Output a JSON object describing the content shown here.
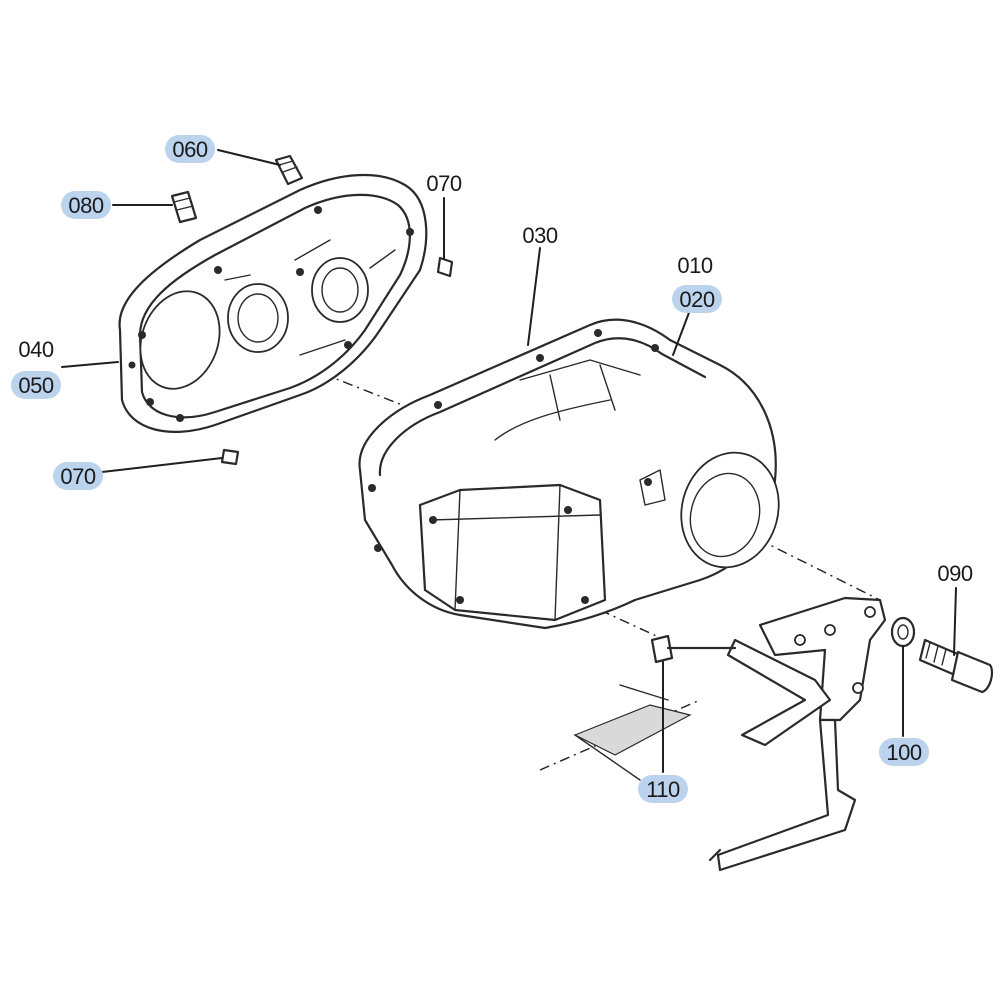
{
  "diagram": {
    "callouts": [
      {
        "id": "c060",
        "label": "060",
        "highlighted": true
      },
      {
        "id": "c070a",
        "label": "070",
        "highlighted": false
      },
      {
        "id": "c080",
        "label": "080",
        "highlighted": true
      },
      {
        "id": "c030",
        "label": "030",
        "highlighted": false
      },
      {
        "id": "c010",
        "label": "010",
        "highlighted": false
      },
      {
        "id": "c020",
        "label": "020",
        "highlighted": true
      },
      {
        "id": "c040",
        "label": "040",
        "highlighted": false
      },
      {
        "id": "c050",
        "label": "050",
        "highlighted": true
      },
      {
        "id": "c070b",
        "label": "070",
        "highlighted": true
      },
      {
        "id": "c090",
        "label": "090",
        "highlighted": false
      },
      {
        "id": "c100",
        "label": "100",
        "highlighted": true
      },
      {
        "id": "c110",
        "label": "110",
        "highlighted": true
      }
    ],
    "colors": {
      "highlight": "#bcd3ee",
      "line": "#2a2a2a",
      "background": "#ffffff"
    }
  }
}
